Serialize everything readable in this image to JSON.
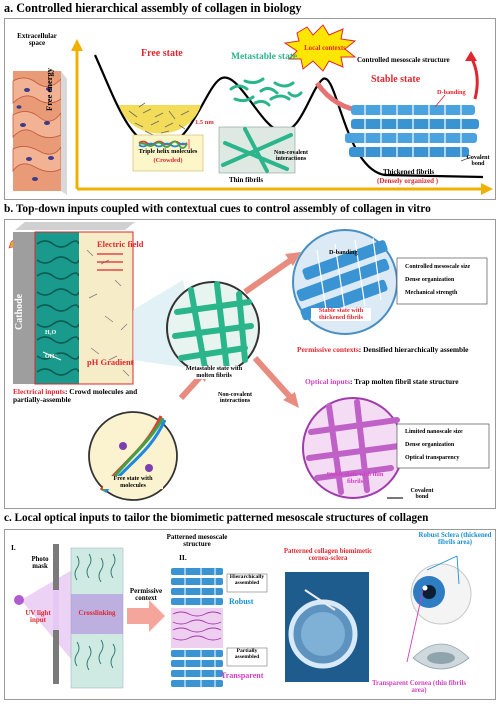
{
  "section_a": {
    "title": "a. Controlled hierarchical assembly of collagen in biology",
    "extracellular_space": "Extracellular space",
    "free_energy": "Free energy",
    "free_state": "Free state",
    "triple_helix": "Triple helix molecules",
    "crowded": "(Crowded)",
    "size_1_5nm": "1.5 nm",
    "metastable_state": "Metastable state",
    "local_contexts": "Local contexts",
    "controlled_mesoscale": "Controlled mesoscale structure",
    "stable_state": "Stable state",
    "d_banding": "D-banding",
    "non_covalent": "Non-covalent interactions",
    "covalent_bond": "Covalent bond",
    "thin_fibrils": "Thin fibrils",
    "thickened_fibrils": "Thickened fibrils",
    "densely_organized": "(Densely organized )"
  },
  "section_b": {
    "title": "b. Top-down inputs coupled with contextual cues to control assembly of collagen in vitro",
    "cathode": "Cathode",
    "electric_field": "Electric field",
    "ph_gradient": "pH Gradient",
    "h2o": "H₂O",
    "oh": "OH⁻",
    "d_banding": "D-banding",
    "stable_thickened": "Stable state with thickened fibrils",
    "features_top": [
      "Controlled mesoscale size",
      "Dense organization",
      "Mechanical strength"
    ],
    "metastable_molten": "Metastable state with molten fibrils",
    "permissive_prefix": "Permissive contexts",
    "permissive_text": ": Densified hierarchically assemble",
    "optical_prefix": "Optical inputs",
    "optical_text": ": Trap molten fibril state structure",
    "electrical_prefix": "Electrical inputs",
    "electrical_text": ": Crowd molecules and partially-assemble",
    "non_covalent": "Non-covalent interactions",
    "free_molecules": "Free state with molecules",
    "features_bottom": [
      "Limited nanoscale size",
      "Dense organization",
      "Optical transparency"
    ],
    "stable_thin": "Stable state with thin fibrils",
    "covalent_bond": "Covalent bond"
  },
  "section_c": {
    "title": "c. Local optical inputs to tailor the biomimetic patterned mesoscale structures of collagen",
    "step_i": "I.",
    "photo_mask": "Photo mask",
    "uv_input": "UV light input",
    "crosslinking": "Crosslinking",
    "permissive_context": "Permissive context",
    "patterned_structure": "Patterned mesoscale structure",
    "step_ii": "II.",
    "hier_assembled": "Hierarchically assembled",
    "robust": "Robust",
    "partially_assembled": "Partially assembled",
    "transparent": "Transparent",
    "patterned_collagen": "Patterned collagen biomimetic cornea-sclera",
    "robust_sclera": "Robust Sclera (thickened fibrils area)",
    "transparent_cornea": "Transparent Cornea (thin fibrils area)"
  }
}
